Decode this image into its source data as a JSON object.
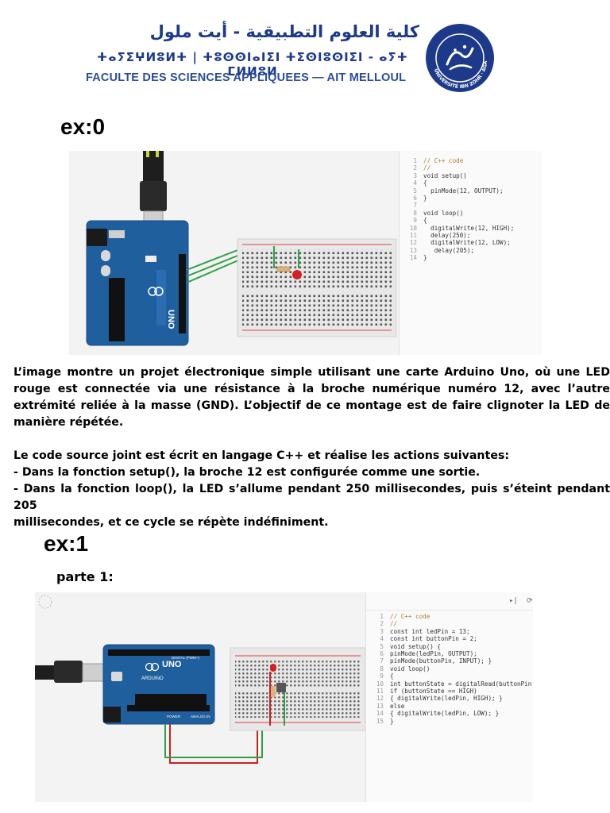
{
  "header": {
    "arabic": "كلية العلوم التطبيقية - أيت ملول",
    "tifinagh": "ⵜⴰⵢⵉⵖⵍⵓⵍⵜ | ⵜⵓⵙⵙⵏⴰⵏⵉⵏ ⵜⵉⵙⵏⵓⵙⵏⵉⵏ - ⴰⵢⵜ ⵎⵍⵍⵓⵍ",
    "french": "FACULTE DES SCIENCES APPLIQUEES — AIT MELLOUL",
    "logo_text": "UNIVERSITÉ IBN ZOHR · AGADIR"
  },
  "ex0": {
    "heading": "ex:0",
    "code": [
      {
        "n": "1",
        "text": "// C++ code"
      },
      {
        "n": "2",
        "text": "//"
      },
      {
        "n": "3",
        "text": "void setup()"
      },
      {
        "n": "4",
        "text": "{"
      },
      {
        "n": "5",
        "text": "  pinMode(12, OUTPUT);"
      },
      {
        "n": "6",
        "text": "}"
      },
      {
        "n": "7",
        "text": ""
      },
      {
        "n": "8",
        "text": "void loop()"
      },
      {
        "n": "9",
        "text": "{"
      },
      {
        "n": "10",
        "text": "  digitalWrite(12, HIGH);"
      },
      {
        "n": "11",
        "text": "  delay(250);"
      },
      {
        "n": "12",
        "text": "  digitalWrite(12, LOW);"
      },
      {
        "n": "13",
        "text": "   delay(205);"
      },
      {
        "n": "14",
        "text": "}"
      }
    ],
    "paragraph1": [
      "L’image montre un projet électronique simple utilisant une carte Arduino Uno, où une LED",
      "rouge est connectée via une résistance à la broche numérique numéro 12, avec l’autre",
      "extrémité reliée à la masse (GND). L’objectif de ce montage est de faire clignoter la LED de",
      "manière répétée."
    ],
    "paragraph2": [
      "Le code source joint est écrit en langage C++ et réalise les actions suivantes:",
      "- Dans la fonction setup(), la broche 12 est configurée comme une sortie.",
      "- Dans la fonction loop(), la LED s’allume pendant 250 millisecondes, puis s’éteint pendant 205",
      "millisecondes, et ce cycle se répète indéfiniment."
    ]
  },
  "ex1": {
    "heading": "ex:1",
    "subheading": "parte 1:",
    "code": [
      {
        "n": "1",
        "text": "// C++ code"
      },
      {
        "n": "2",
        "text": "//"
      },
      {
        "n": "3",
        "text": "const int ledPin = 13;"
      },
      {
        "n": "4",
        "text": "const int buttonPin = 2;"
      },
      {
        "n": "5",
        "text": "void setup() {"
      },
      {
        "n": "6",
        "text": "pinMode(ledPin, OUTPUT);"
      },
      {
        "n": "7",
        "text": "pinMode(buttonPin, INPUT); }"
      },
      {
        "n": "8",
        "text": "void loop()"
      },
      {
        "n": "9",
        "text": "{"
      },
      {
        "n": "10",
        "text": "int buttonState = digitalRead(buttonPin"
      },
      {
        "n": "11",
        "text": "if (buttonState == HIGH)"
      },
      {
        "n": "12",
        "text": "{ digitalWrite(ledPin, HIGH); }"
      },
      {
        "n": "13",
        "text": "else"
      },
      {
        "n": "14",
        "text": "{ digitalWrite(ledPin, LOW); }"
      },
      {
        "n": "15",
        "text": "}"
      }
    ]
  },
  "board": {
    "uno": "UNO",
    "arduino": "ARDUINO",
    "digital": "DIGITAL (PWM~)",
    "power": "POWER",
    "analog": "ANALOG IN"
  }
}
